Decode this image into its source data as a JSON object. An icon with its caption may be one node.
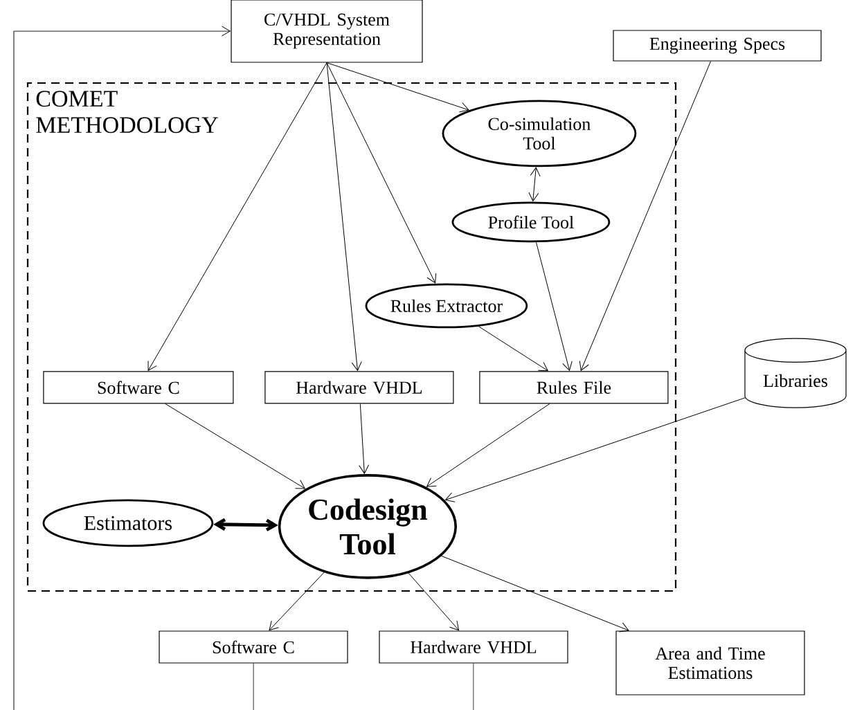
{
  "diagram": {
    "nodes": [
      {
        "text": [
          "C/VHDL System Representation"
        ]
      },
      {
        "text": [
          "COMET METHODOLOGY"
        ]
      },
      {
        "text": [
          "Engineering Specs"
        ]
      },
      {
        "text": [
          "Co-simulation Tool"
        ],
        "in": 1
      },
      {
        "text": [
          "Profile Tool"
        ],
        "in": 1
      },
      {
        "text": [
          "Rules Extractor"
        ],
        "in": 1
      },
      {
        "text": [
          "Software C"
        ],
        "in": 1
      },
      {
        "text": [
          "Hardware VHDL"
        ],
        "in": 1
      },
      {
        "text": [
          "Rules File"
        ],
        "in": 1
      },
      {
        "text": [
          "Libraries"
        ]
      },
      {
        "text": [
          "Estimators"
        ],
        "in": 1
      },
      {
        "text": [
          "Codesign Tool"
        ],
        "in": 1
      },
      {
        "text": [
          "Software C"
        ]
      },
      {
        "text": [
          "Hardware VHDL"
        ]
      },
      {
        "text": [
          "Area and Time Estimations"
        ]
      }
    ],
    "edges": [
      {
        "from": 0,
        "to": 6,
        "arrow": "to"
      },
      {
        "from": 0,
        "to": 7,
        "arrow": "to"
      },
      {
        "from": 0,
        "to": 5,
        "arrow": "to"
      },
      {
        "from": 0,
        "to": 3,
        "arrow": "to"
      },
      {
        "from": 3,
        "to": 4,
        "arrow": "both"
      },
      {
        "from": 4,
        "to": 8,
        "arrow": "to"
      },
      {
        "from": 5,
        "to": 8,
        "arrow": "to"
      },
      {
        "from": 2,
        "to": 8,
        "arrow": "to"
      },
      {
        "from": 6,
        "to": 11,
        "arrow": "to"
      },
      {
        "from": 7,
        "to": 11,
        "arrow": "to"
      },
      {
        "from": 8,
        "to": 11,
        "arrow": "to"
      },
      {
        "from": 9,
        "to": 11,
        "arrow": "to"
      },
      {
        "from": 10,
        "to": 11,
        "arrow": "both",
        "style": "thick"
      },
      {
        "from": 11,
        "to": 12,
        "arrow": "to"
      },
      {
        "from": 11,
        "to": 13,
        "arrow": "to"
      },
      {
        "from": 11,
        "to": 14,
        "arrow": "to"
      },
      {
        "from": null,
        "to": 0,
        "arrow": "to"
      },
      {
        "from": 12,
        "to": null,
        "arrow": "none"
      },
      {
        "from": 13,
        "to": null,
        "arrow": "none"
      }
    ]
  }
}
